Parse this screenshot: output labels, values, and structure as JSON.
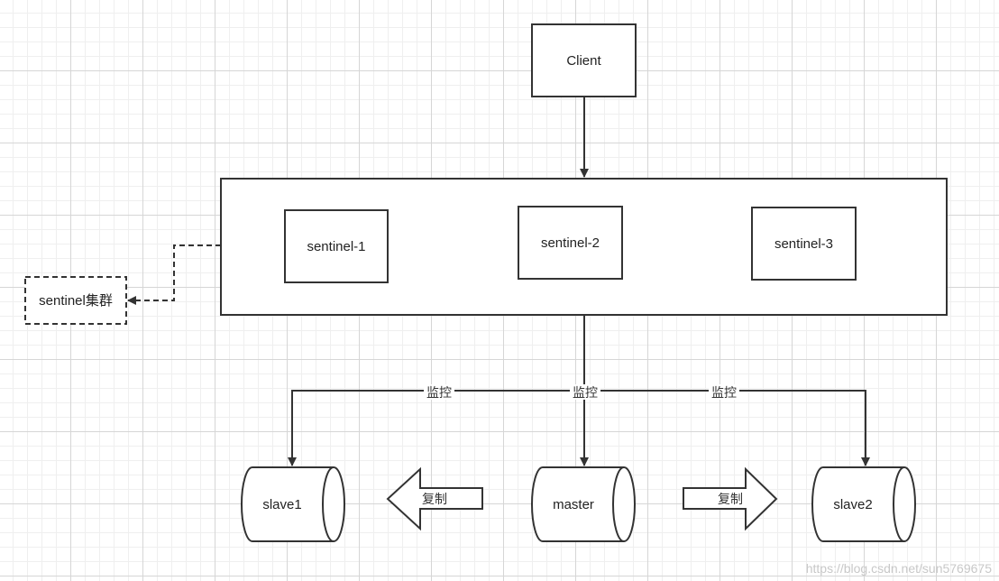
{
  "client": "Client",
  "sentinels": [
    "sentinel-1",
    "sentinel-2",
    "sentinel-3"
  ],
  "sentinel_cluster": "sentinel集群",
  "nodes": {
    "slave1": "slave1",
    "master": "master",
    "slave2": "slave2"
  },
  "edge_labels": {
    "monitor": "监控",
    "replicate": "复制"
  },
  "watermark": "https://blog.csdn.net/sun5769675"
}
